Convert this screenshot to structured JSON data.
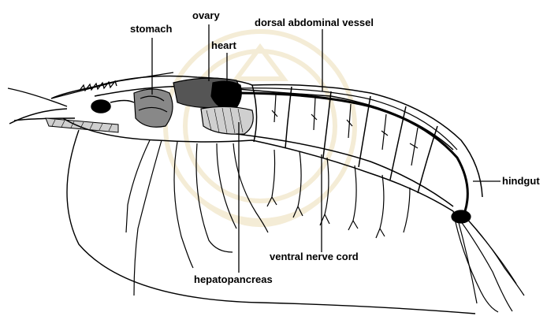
{
  "figure": {
    "labels": {
      "stomach": "stomach",
      "ovary": "ovary",
      "heart": "heart",
      "dorsal_abdominal_vessel": "dorsal abdominal vessel",
      "hindgut": "hindgut",
      "ventral_nerve_cord": "ventral nerve cord",
      "hepatopancreas": "hepatopancreas"
    },
    "colors": {
      "ink": "#000000",
      "background": "#ffffff",
      "watermark": "#f3ead2",
      "hatch_fill": "#cfcfcf"
    }
  }
}
